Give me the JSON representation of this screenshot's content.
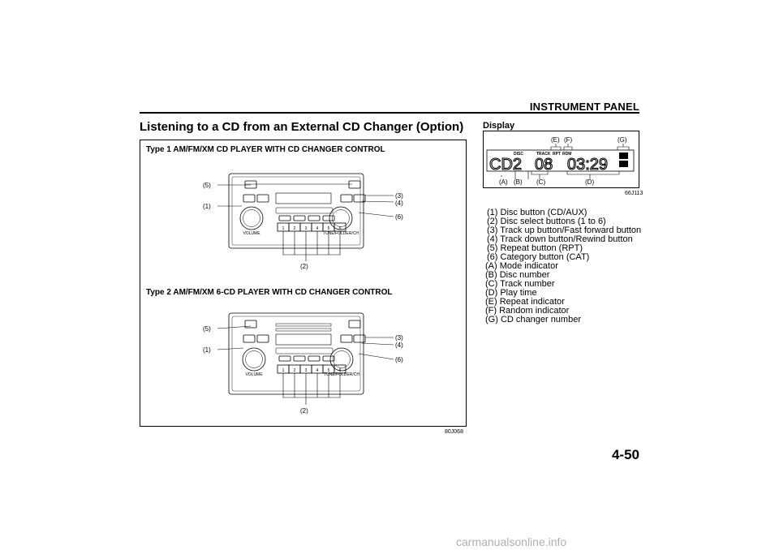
{
  "header": {
    "section": "INSTRUMENT PANEL"
  },
  "page_title": "Listening to a CD from an External CD Changer (Option)",
  "figure_main": {
    "type1_label": "Type 1 AM/FM/XM CD PLAYER WITH CD CHANGER CONTROL",
    "type2_label": "Type 2 AM/FM/XM 6-CD PLAYER WITH CD CHANGER CONTROL",
    "callouts": {
      "c1": "(1)",
      "c2": "(2)",
      "c3": "(3)",
      "c4": "(4)",
      "c5": "(5)",
      "c6": "(6)"
    },
    "knob_left": "VOLUME",
    "knob_right": "TUNE/FOLDER/CH",
    "preset_digits": [
      "1",
      "2",
      "3",
      "4",
      "5",
      "6"
    ],
    "code": "80J068"
  },
  "display": {
    "title": "Display",
    "labels": {
      "disc": "DISC",
      "track": "TRACK",
      "rpt": "RPT",
      "rdm": "RDM"
    },
    "segments": {
      "mode": "CD2",
      "track": "08",
      "time": "03:29"
    },
    "callouts": {
      "a": "(A)",
      "b": "(B)",
      "c": "(C)",
      "d": "(D)",
      "e": "(E)",
      "f": "(F)",
      "g": "(G)"
    },
    "code": "66J113"
  },
  "buttons_legend": [
    "(1) Disc button (CD/AUX)",
    "(2) Disc select buttons (1 to 6)",
    "(3) Track up button/Fast forward button",
    "(4) Track down button/Rewind button",
    "(5) Repeat button (RPT)",
    "(6) Category button (CAT)"
  ],
  "indicators_legend": [
    "(A) Mode indicator",
    "(B) Disc number",
    "(C) Track number",
    "(D) Play time",
    "(E) Repeat indicator",
    "(F) Random indicator",
    "(G) CD changer number"
  ],
  "page_number": "4-50",
  "watermark": "carmanualsonline.info"
}
